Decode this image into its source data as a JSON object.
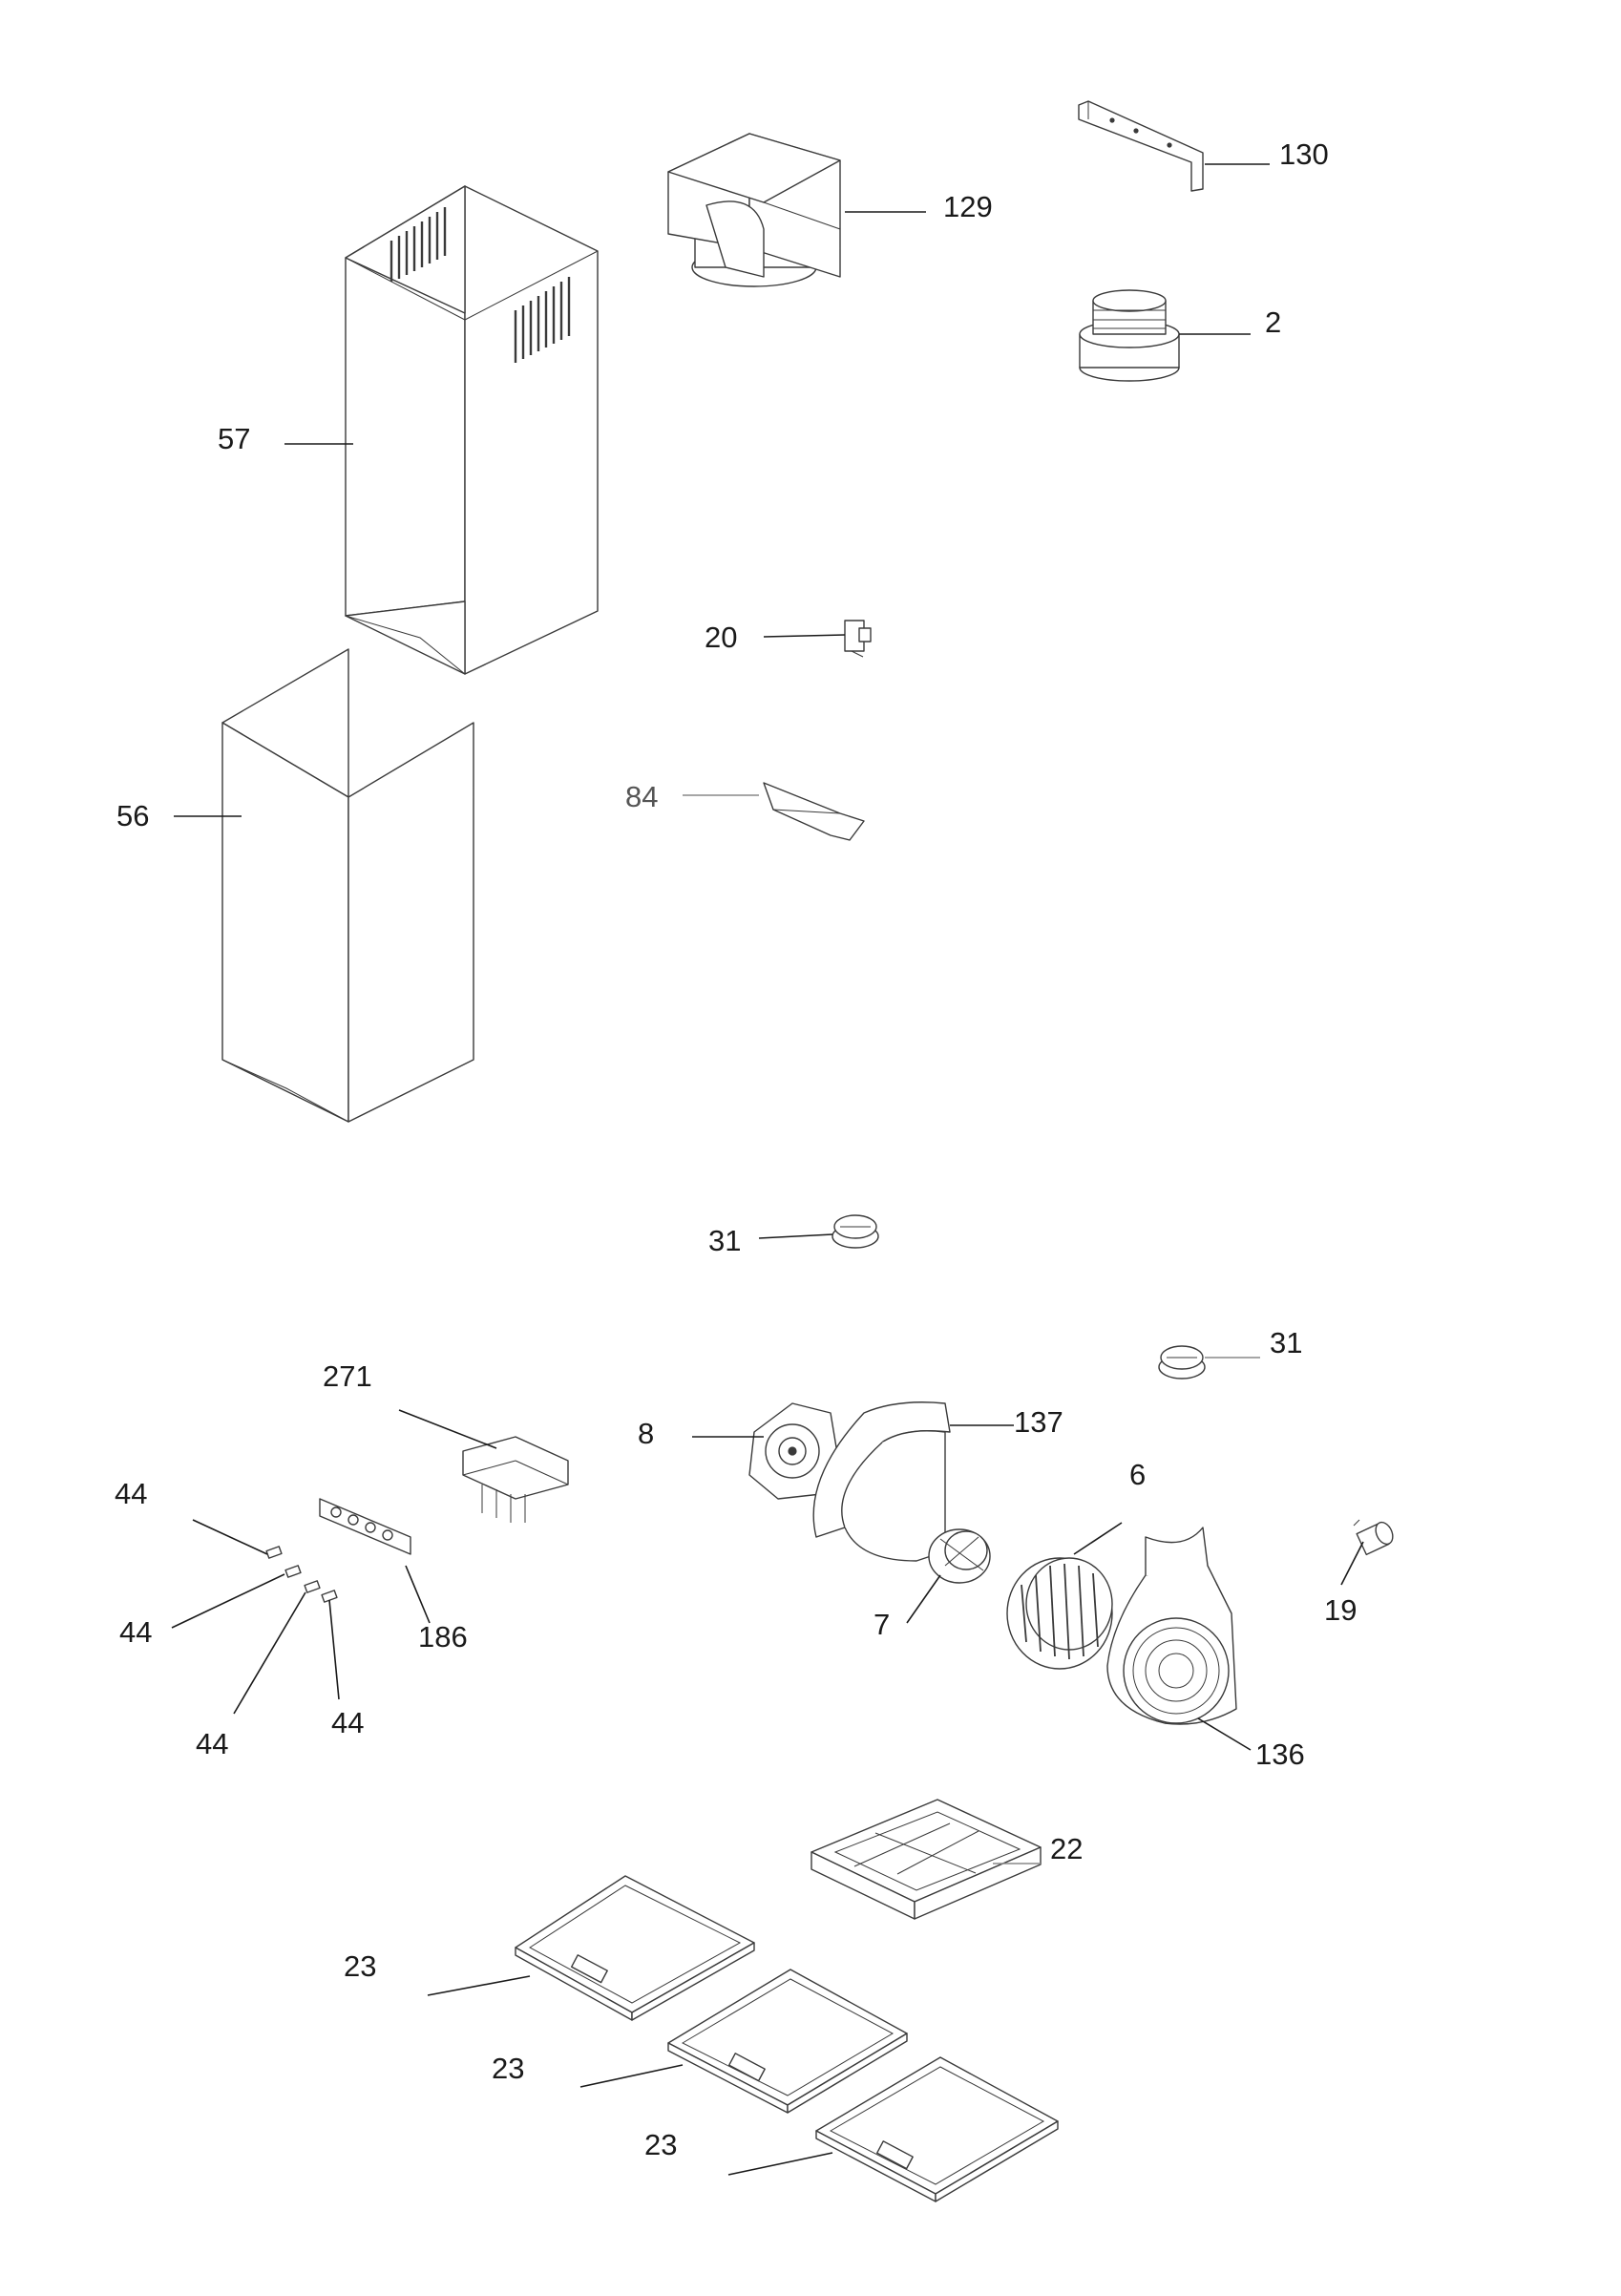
{
  "labels": {
    "l57": "57",
    "l56": "56",
    "l129": "129",
    "l130": "130",
    "l2": "2",
    "l20": "20",
    "l84": "84",
    "l31a": "31",
    "l31b": "31",
    "l271": "271",
    "l8": "8",
    "l137": "137",
    "l6": "6",
    "l7": "7",
    "l19": "19",
    "l44a": "44",
    "l44b": "44",
    "l44c": "44",
    "l44d": "44",
    "l186": "186",
    "l136": "136",
    "l22": "22",
    "l23a": "23",
    "l23b": "23",
    "l23c": "23"
  }
}
